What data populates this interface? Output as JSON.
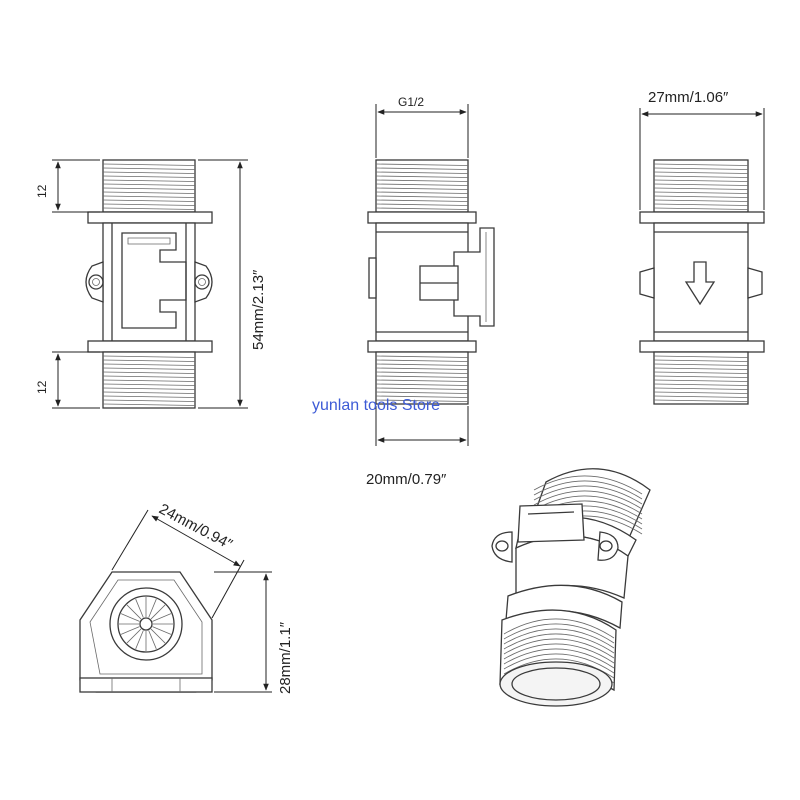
{
  "diagram": {
    "labels": {
      "front_thread_top": "12",
      "front_thread_bottom": "12",
      "front_height": "54mm/2.13″",
      "side_thread": "G1/2",
      "side_width": "20mm/0.79″",
      "back_width": "27mm/1.06″",
      "hex_flat": "24mm/0.94″",
      "hex_height": "28mm/1.1″"
    },
    "watermark": "yunlan tools Store"
  },
  "colors": {
    "line": "#3a3a3a",
    "watermark": "#3d5bd6"
  }
}
